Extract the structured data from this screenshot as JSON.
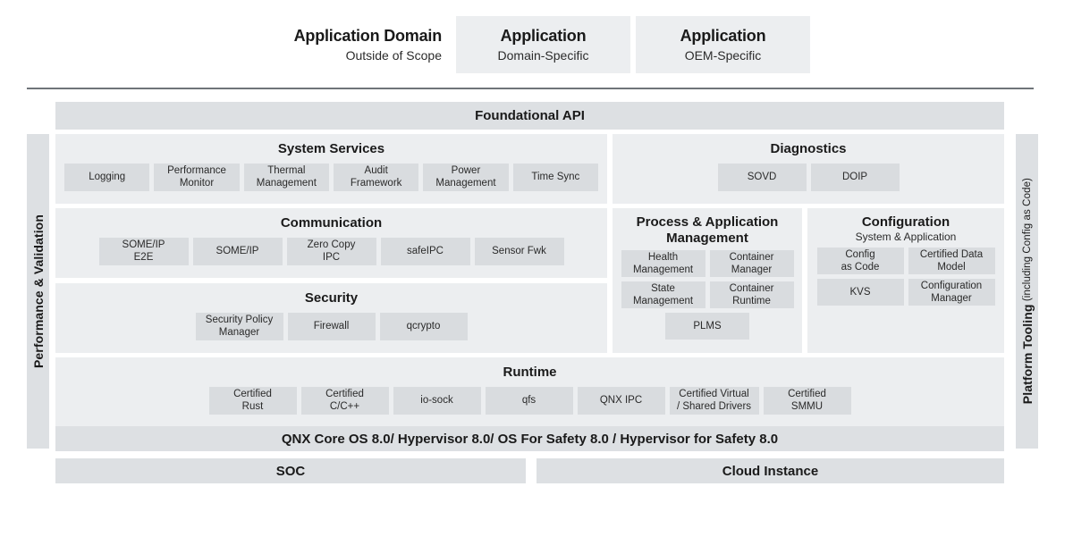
{
  "header": {
    "cards": [
      {
        "title": "Application Domain",
        "subtitle": "Outside of Scope",
        "style": "plain"
      },
      {
        "title": "Application",
        "subtitle": "Domain-Specific",
        "style": "filled"
      },
      {
        "title": "Application",
        "subtitle": "OEM-Specific",
        "style": "filled"
      }
    ]
  },
  "foundational_api": {
    "label": "Foundational API"
  },
  "rails": {
    "left": {
      "label": "Performance & Validation",
      "suffix": ""
    },
    "right": {
      "label": "Platform Tooling",
      "suffix": " (including Config as Code)"
    }
  },
  "panels": {
    "system_services": {
      "title": "System Services",
      "items": [
        "Logging",
        "Performance\nMonitor",
        "Thermal\nManagement",
        "Audit\nFramework",
        "Power\nManagement",
        "Time Sync"
      ]
    },
    "diagnostics": {
      "title": "Diagnostics",
      "items": [
        "SOVD",
        "DOIP"
      ]
    },
    "communication": {
      "title": "Communication",
      "items": [
        "SOME/IP\nE2E",
        "SOME/IP",
        "Zero Copy\nIPC",
        "safeIPC",
        "Sensor Fwk"
      ]
    },
    "security": {
      "title": "Security",
      "items": [
        "Security Policy\nManager",
        "Firewall",
        "qcrypto"
      ]
    },
    "process_app_management": {
      "title": "Process & Application\nManagement",
      "rows": [
        [
          "Health\nManagement",
          "Container\nManager"
        ],
        [
          "State\nManagement",
          "Container\nRuntime"
        ],
        [
          "PLMS"
        ]
      ]
    },
    "configuration": {
      "title": "Configuration",
      "subtitle": "System & Application",
      "rows": [
        [
          "Config\nas Code",
          "Certified Data\nModel"
        ],
        [
          "KVS",
          "Configuration\nManager"
        ]
      ]
    },
    "runtime": {
      "title": "Runtime",
      "items": [
        "Certified\nRust",
        "Certified\nC/C++",
        "io-sock",
        "qfs",
        "QNX IPC",
        "Certified Virtual\n/ Shared Drivers",
        "Certified\nSMMU"
      ]
    }
  },
  "bottom": {
    "os": "QNX Core OS 8.0/ Hypervisor 8.0/ OS For Safety 8.0 / Hypervisor for Safety 8.0",
    "soc": "SOC",
    "cloud": "Cloud Instance"
  },
  "colors": {
    "panel_bg": "#eceef0",
    "leaf_bg": "#d9dcdf",
    "bar_bg": "#dde0e3",
    "divider": "#6f7479",
    "text": "#1a1a1a",
    "page_bg": "#ffffff"
  }
}
